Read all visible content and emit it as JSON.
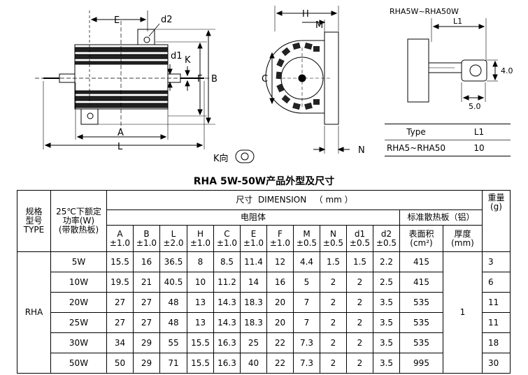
{
  "drawing": {
    "labels": {
      "E": "E",
      "d2": "d2",
      "d1": "d1",
      "K": "K",
      "F": "F",
      "B": "B",
      "A": "A",
      "L": "L",
      "H": "H",
      "M": "M",
      "C": "C",
      "N": "N",
      "k_dir": "K向"
    },
    "detail": {
      "title": "RHA5W~RHA50W",
      "L1": "L1",
      "dim_40": "4.0",
      "dim_50": "5.0"
    }
  },
  "type_table": {
    "header": [
      "Type",
      "L1"
    ],
    "row": [
      "RHA5~RHA50",
      "10"
    ]
  },
  "title": "RHA 5W-50W产品外型及尺寸",
  "spec": {
    "col_type": "规格\n型号\nTYPE",
    "col_power": "25℃下额定\n功率(W)\n(带散热板)",
    "dimension_header": "尺寸  DIMENSION   （ mm ）",
    "resistor_header": "电阻体",
    "heatsink_header": "标准散热板（铝）",
    "weight_header": "重量\n(g)",
    "dims": [
      {
        "name": "A",
        "tol": "±1.0"
      },
      {
        "name": "B",
        "tol": "±1.0"
      },
      {
        "name": "L",
        "tol": "±2.0"
      },
      {
        "name": "H",
        "tol": "±1.0"
      },
      {
        "name": "C",
        "tol": "±1.0"
      },
      {
        "name": "E",
        "tol": "±1.0"
      },
      {
        "name": "F",
        "tol": "±1.0"
      },
      {
        "name": "M",
        "tol": "±0.5"
      },
      {
        "name": "N",
        "tol": "±0.5"
      },
      {
        "name": "d1",
        "tol": "±0.5"
      },
      {
        "name": "d2",
        "tol": "±0.5"
      }
    ],
    "surface_area": "表面积\n(cm²)",
    "thickness": "厚度\n(mm)",
    "type_value": "RHA",
    "thickness_value": "1",
    "rows": [
      {
        "power": "5W",
        "vals": [
          "15.5",
          "16",
          "36.5",
          "8",
          "8.5",
          "11.4",
          "12",
          "4.4",
          "1.5",
          "1.5",
          "2.2"
        ],
        "area": "415",
        "weight": "3"
      },
      {
        "power": "10W",
        "vals": [
          "19.5",
          "21",
          "40.5",
          "10",
          "11.2",
          "14",
          "16",
          "5",
          "2",
          "2",
          "2.5"
        ],
        "area": "415",
        "weight": "6"
      },
      {
        "power": "20W",
        "vals": [
          "27",
          "27",
          "48",
          "13",
          "14.3",
          "18.3",
          "20",
          "7",
          "2",
          "2",
          "3.5"
        ],
        "area": "535",
        "weight": "11"
      },
      {
        "power": "25W",
        "vals": [
          "27",
          "27",
          "48",
          "13",
          "14.3",
          "18.3",
          "20",
          "7",
          "2",
          "2",
          "3.5"
        ],
        "area": "535",
        "weight": "11"
      },
      {
        "power": "30W",
        "vals": [
          "34",
          "29",
          "55",
          "15.5",
          "16.3",
          "25",
          "22",
          "7.3",
          "2",
          "2",
          "3.5"
        ],
        "area": "535",
        "weight": "18"
      },
      {
        "power": "50W",
        "vals": [
          "50",
          "29",
          "71",
          "15.5",
          "16.3",
          "40",
          "22",
          "7.3",
          "2",
          "2",
          "3.5"
        ],
        "area": "995",
        "weight": "30"
      }
    ]
  }
}
